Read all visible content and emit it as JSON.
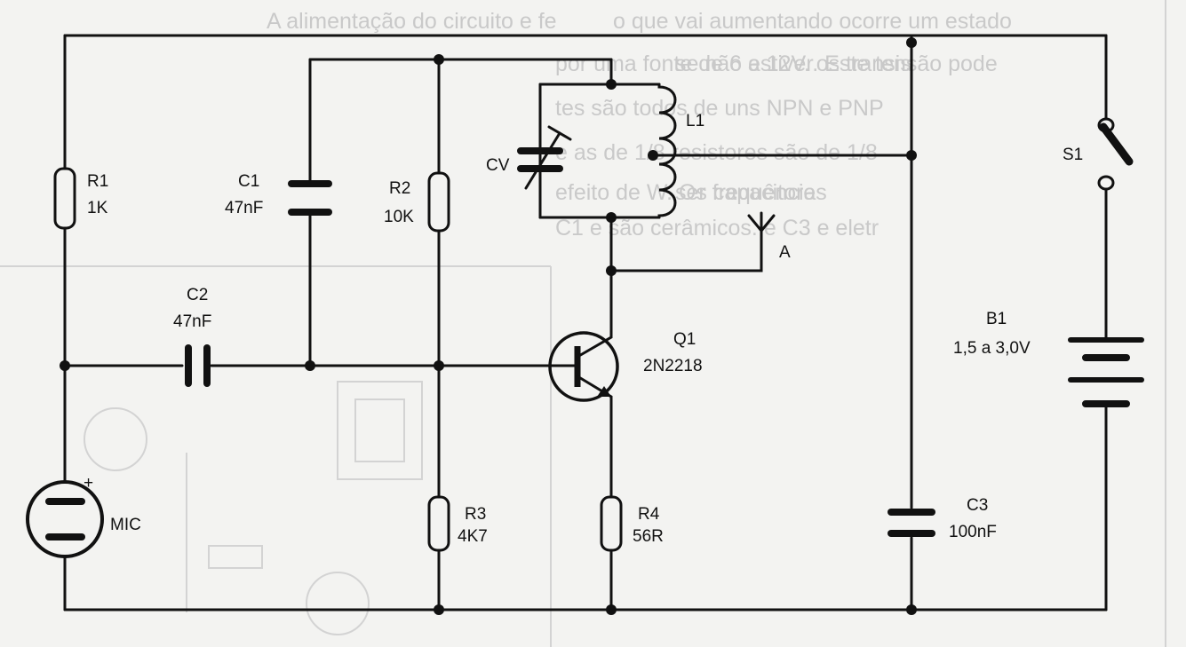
{
  "background_text": [
    "A alimentação do circuito e fe",
    "o que vai aumentando ocorre um estado",
    "por uma fonte de 6 a 12V. os transis",
    "tes são todos de uns NPN e PNP",
    "e as de 1/8 resistores são de 1/8",
    "efeito de W. Os capacitores",
    "C1 e são cerâmicos. e C3 e eletr",
    "se não estiver. Este tensão pode",
    "ser frequência"
  ],
  "components": {
    "r1": {
      "name": "R1",
      "value": "1K"
    },
    "c1": {
      "name": "C1",
      "value": "47nF"
    },
    "r2": {
      "name": "R2",
      "value": "10K"
    },
    "cv": {
      "name": "CV"
    },
    "l1": {
      "name": "L1"
    },
    "antenna": {
      "name": "A"
    },
    "s1": {
      "name": "S1"
    },
    "c2": {
      "name": "C2",
      "value": "47nF"
    },
    "q1": {
      "name": "Q1",
      "value": "2N2218"
    },
    "b1": {
      "name": "B1",
      "value": "1,5 a 3,0V"
    },
    "mic": {
      "name": "MIC",
      "polarity": "+"
    },
    "r3": {
      "name": "R3",
      "value": "4K7"
    },
    "r4": {
      "name": "R4",
      "value": "56R"
    },
    "c3": {
      "name": "C3",
      "value": "100nF"
    }
  },
  "colors": {
    "ink": "#111111",
    "paper": "#f3f3f1",
    "bleed": "#c9c9c9"
  }
}
